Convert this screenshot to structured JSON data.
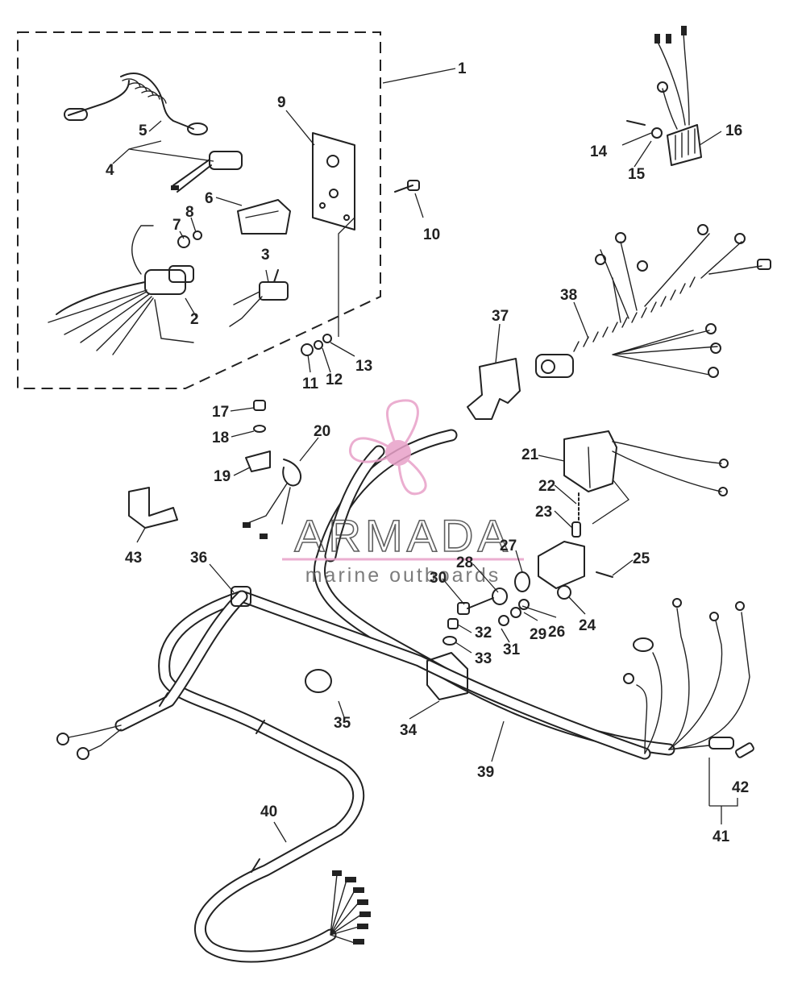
{
  "callouts": {
    "c1": "1",
    "c2": "2",
    "c3": "3",
    "c4": "4",
    "c5": "5",
    "c6": "6",
    "c7": "7",
    "c8": "8",
    "c9": "9",
    "c10": "10",
    "c11": "11",
    "c12": "12",
    "c13": "13",
    "c14": "14",
    "c15": "15",
    "c16": "16",
    "c17": "17",
    "c18": "18",
    "c19": "19",
    "c20": "20",
    "c21": "21",
    "c22": "22",
    "c23": "23",
    "c24": "24",
    "c25": "25",
    "c26": "26",
    "c27": "27",
    "c28": "28",
    "c29": "29",
    "c30": "30",
    "c31": "31",
    "c32": "32",
    "c33": "33",
    "c34": "34",
    "c35": "35",
    "c36": "36",
    "c37": "37",
    "c38": "38",
    "c39": "39",
    "c40": "40",
    "c41": "41",
    "c42": "42",
    "c43": "43"
  },
  "watermark": {
    "brand": "ARMADA",
    "tagline": "marine outboards",
    "accent_color": "#e8a0c8"
  }
}
